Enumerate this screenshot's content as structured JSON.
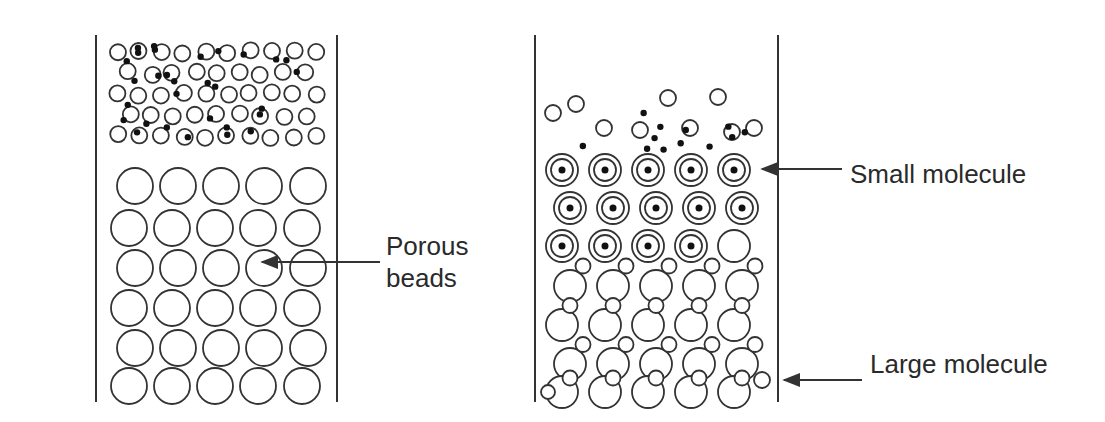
{
  "diagram": {
    "labels": [
      "Porous beads",
      "Small molecule",
      "Large molecule"
    ]
  }
}
